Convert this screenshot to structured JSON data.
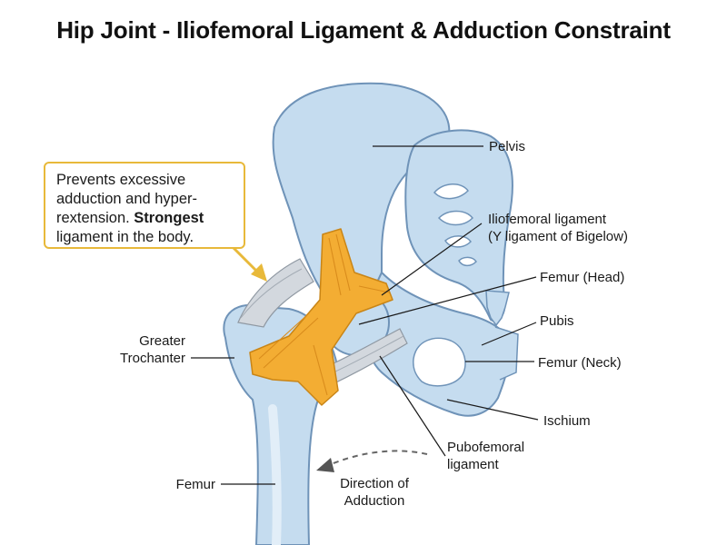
{
  "title": "Hip Joint - Iliofemoral Ligament & Adduction Constraint",
  "callout": {
    "line1": "Prevents excessive",
    "line2": "adduction and hyper-",
    "line3_pre": "rextension. ",
    "line3_bold": "Strongest",
    "line4": "ligament in the body."
  },
  "labels": {
    "pelvis": "Pelvis",
    "iliofemoral_1": "Iliofemoral ligament",
    "iliofemoral_2": "(Y ligament of Bigelow)",
    "femur_head": "Femur (Head)",
    "pubis": "Pubis",
    "femur_neck": "Femur (Neck)",
    "ischium": "Ischium",
    "pubofemoral_1": "Pubofemoral",
    "pubofemoral_2": "ligament",
    "direction_1": "Direction of",
    "direction_2": "Adduction",
    "greater_1": "Greater",
    "greater_2": "Trochanter",
    "femur": "Femur"
  },
  "colors": {
    "bone_fill": "#c5dcef",
    "bone_stroke": "#6f93b8",
    "ligament_fill": "#f3ad33",
    "ligament_stroke": "#c98516",
    "capsule_fill": "#d3d8de",
    "callout_border": "#e8b93a",
    "arrow_gold": "#e8b93a",
    "direction_arrow": "#666666"
  }
}
